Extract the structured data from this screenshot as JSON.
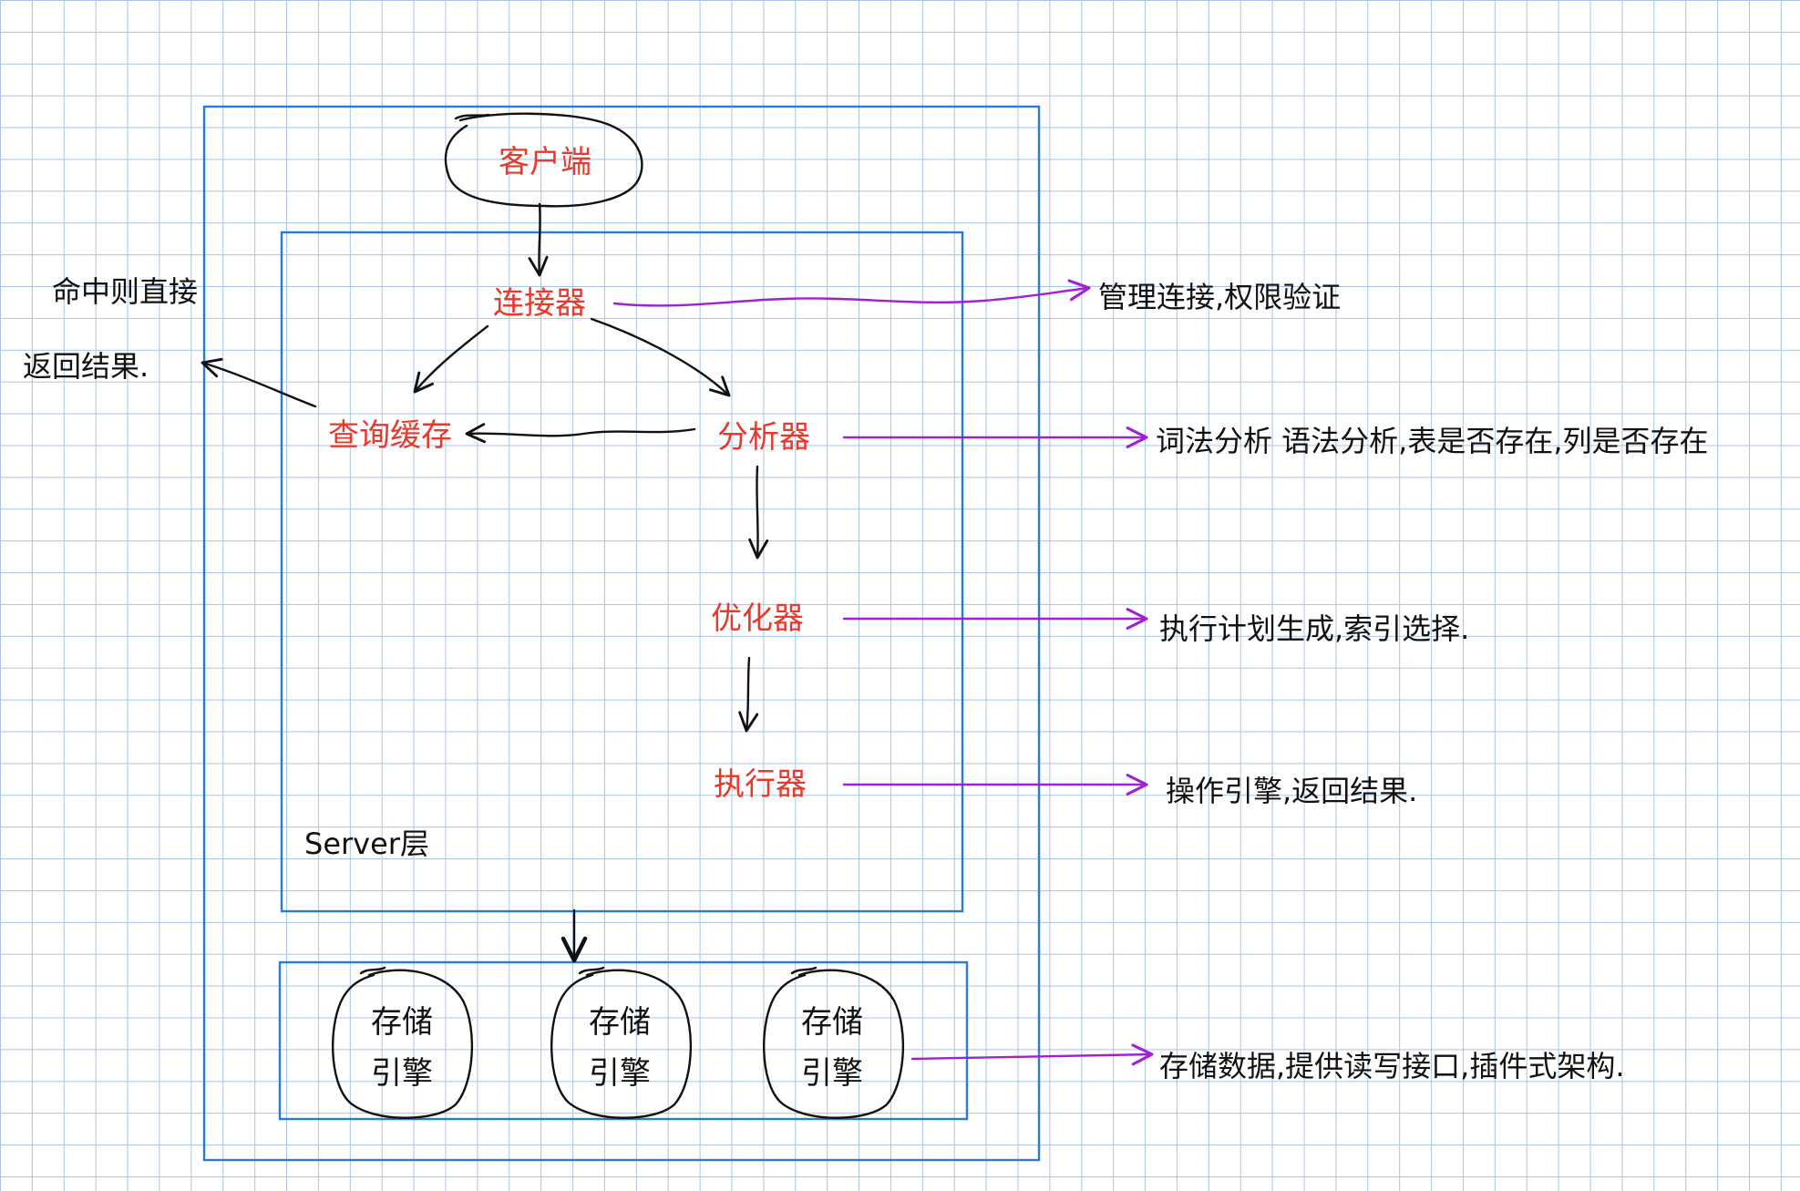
{
  "diagram": {
    "client": "客户端",
    "server_layer": {
      "label": "Server层",
      "connector": "连接器",
      "query_cache": "查询缓存",
      "analyzer": "分析器",
      "optimizer": "优化器",
      "executor": "执行器"
    },
    "storage_engines": [
      {
        "line1": "存储",
        "line2": "引擎"
      },
      {
        "line1": "存储",
        "line2": "引擎"
      },
      {
        "line1": "存储",
        "line2": "引擎"
      }
    ],
    "annotations": {
      "cache_hit": [
        "命中则直接",
        "返回结果."
      ],
      "connector": "管理连接,权限验证",
      "analyzer": "词法分析 语法分析,表是否存在,列是否存在",
      "optimizer": "执行计划生成,索引选择.",
      "executor": "操作引擎,返回结果.",
      "storage": "存储数据,提供读写接口,插件式架构."
    }
  },
  "colors": {
    "component_text": "#e8392b",
    "annotation_arrows": "#a11fd6",
    "boxes": "#2a7ad8",
    "ink": "#111111",
    "grid": "#a9c4e4"
  }
}
